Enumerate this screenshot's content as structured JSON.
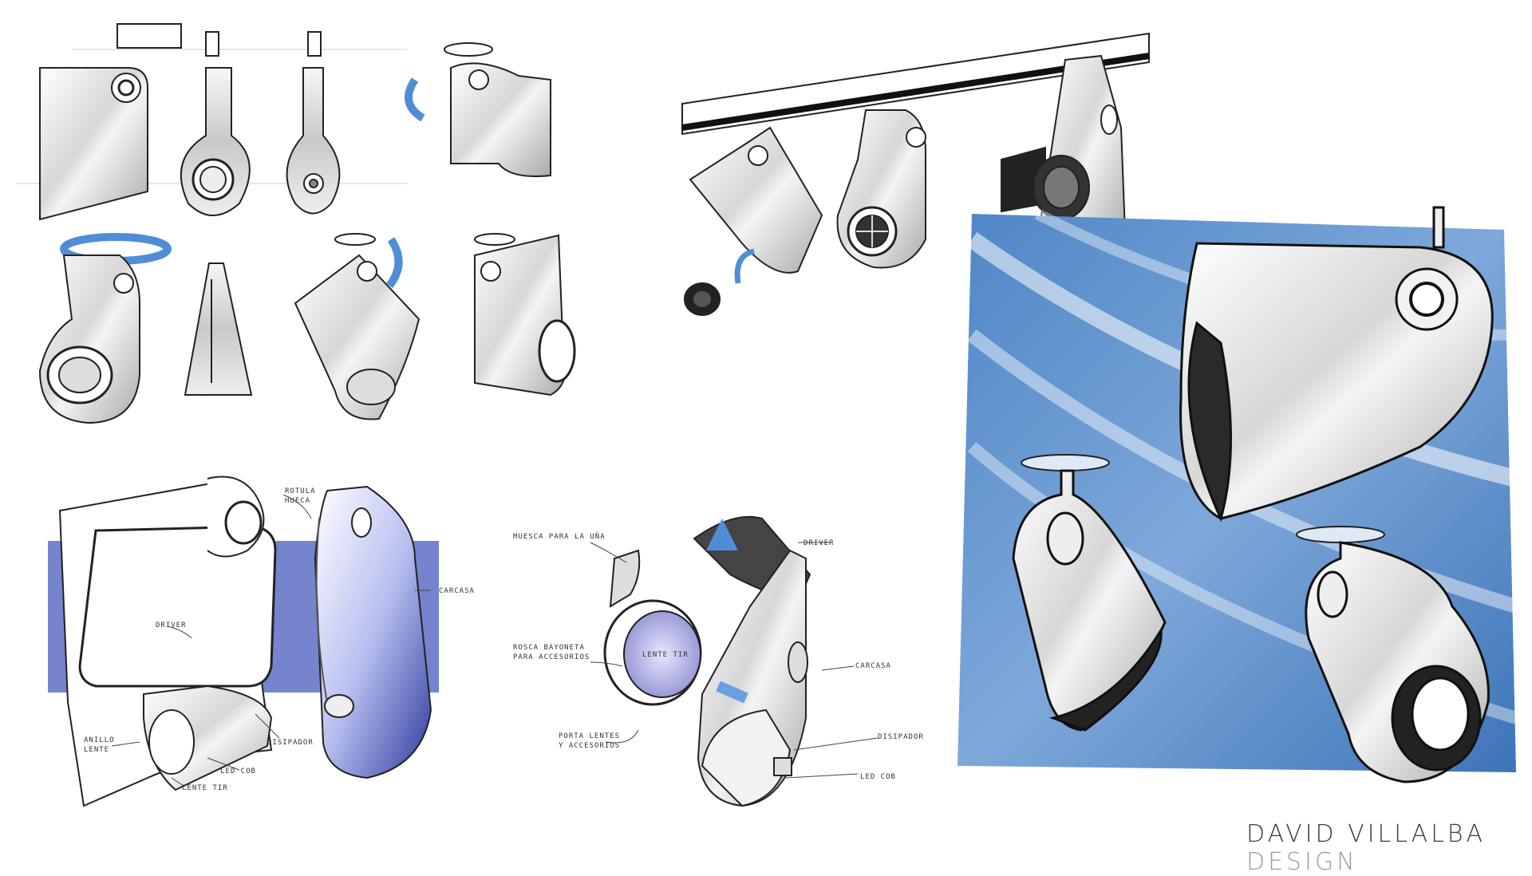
{
  "annotations": {
    "rotula_hueca": "ROTULA\nHUECA",
    "carcasa_left": "CARCASA",
    "driver_left": "DRIVER",
    "anillo_lente": "ANILLO\nLENTE",
    "disipador_left": "DISIPADOR",
    "led_cob_left": "LED COB",
    "lente_tir_left": "LENTE TIR",
    "muesca": "MUESCA PARA LA UÑA",
    "driver_right": "DRIVER",
    "rosca": "ROSCA BAYONETA\nPARA ACCESORIOS",
    "lente_tir_center": "LENTE TIR",
    "carcasa_right": "CARCASA",
    "porta_lentes": "PORTA LENTES\nY ACCESORIOS",
    "disipador_right": "DISIPADOR",
    "led_cob_right": "LED COB"
  },
  "brand": {
    "name_dark": "DAVID VILLALBA",
    "name_light": "DESIGN"
  },
  "colors": {
    "accent_blue": "#5b8fc9",
    "panel_blue": "#6a9bd0",
    "purple_blue": "#4a5bbf",
    "line": "#222222"
  }
}
